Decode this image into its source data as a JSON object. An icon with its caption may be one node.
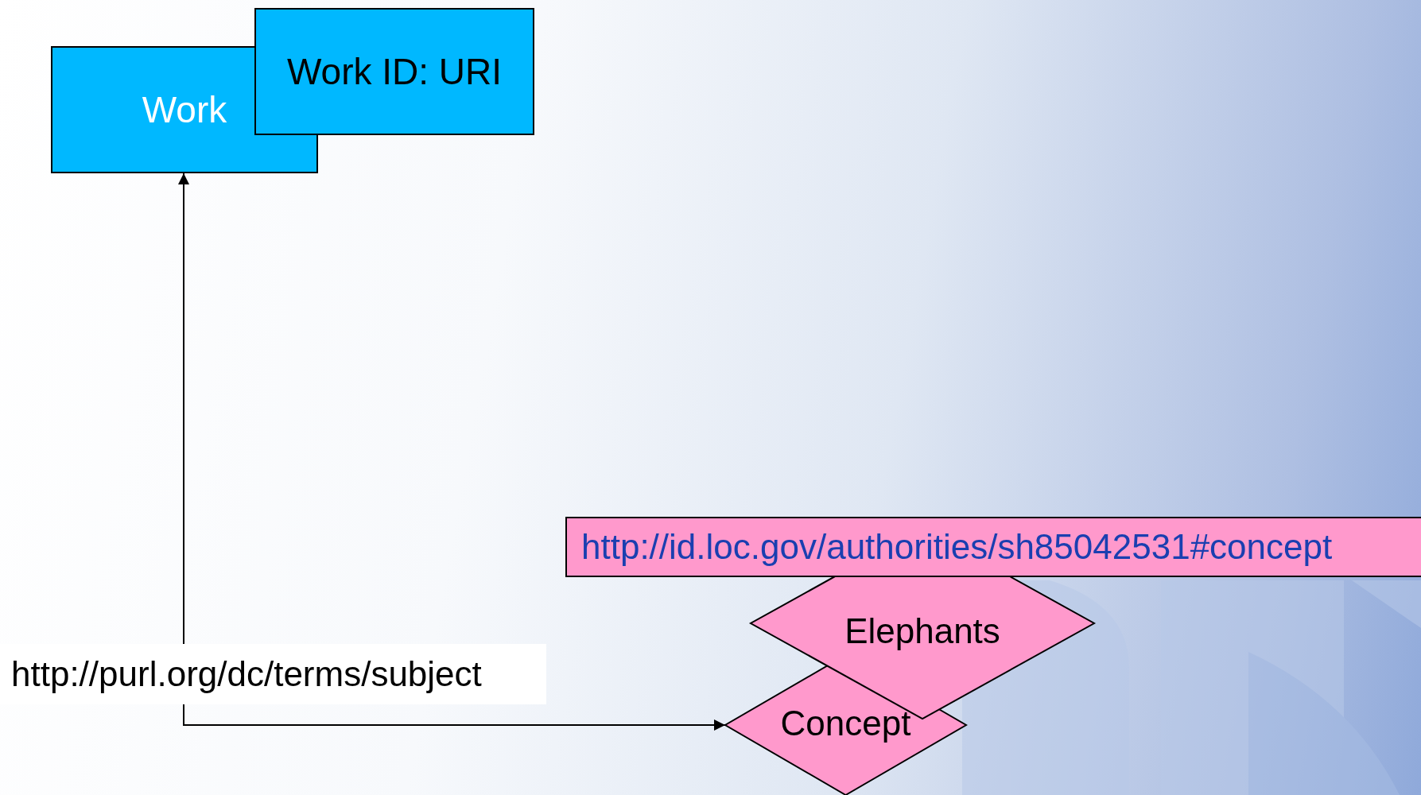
{
  "diagram": {
    "nodes": [
      {
        "text": [
          "Work"
        ]
      },
      {
        "text": [
          "Work ID: URI"
        ]
      },
      {
        "text": [
          "http://id.loc.gov/authorities/sh85042531#concept"
        ]
      },
      {
        "text": [
          "Elephants"
        ]
      },
      {
        "text": [
          "Concept"
        ]
      }
    ],
    "edges": [
      {
        "from": 0,
        "to": 4,
        "arrow": "both",
        "label": "http://purl.org/dc/terms/subject"
      }
    ]
  }
}
